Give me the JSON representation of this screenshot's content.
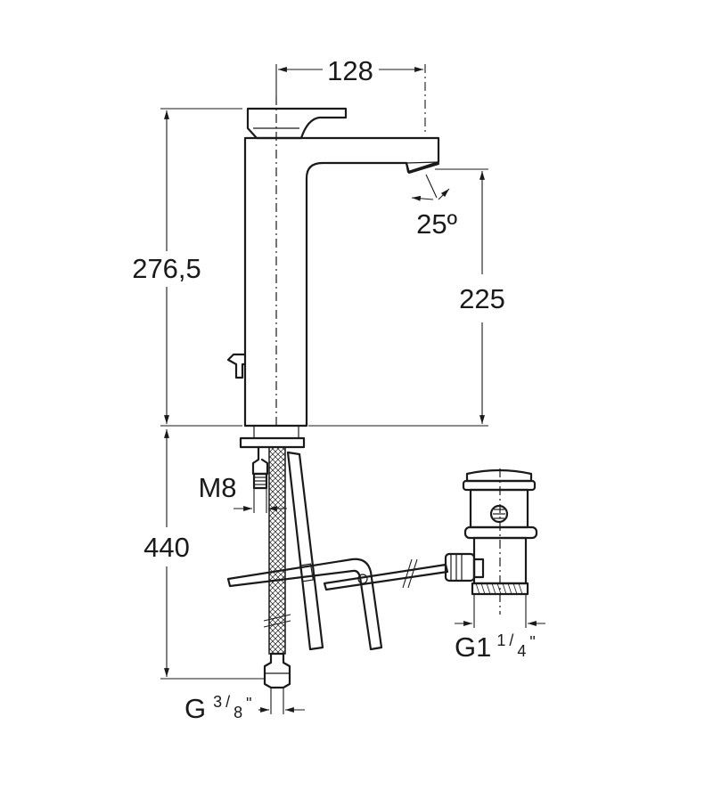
{
  "dimensions": {
    "spout_reach": "128",
    "body_height": "276,5",
    "spout_clearance": "225",
    "spout_angle": "25º",
    "hose_length": "440",
    "stud_thread": "M8",
    "hose_thread_main": "G",
    "hose_thread_frac_num": "3",
    "hose_thread_frac_den": "8",
    "hose_thread_unit": "\"",
    "waste_thread_main": "G1",
    "waste_thread_frac_num": "1",
    "waste_thread_frac_den": "4",
    "waste_thread_unit": "\""
  }
}
